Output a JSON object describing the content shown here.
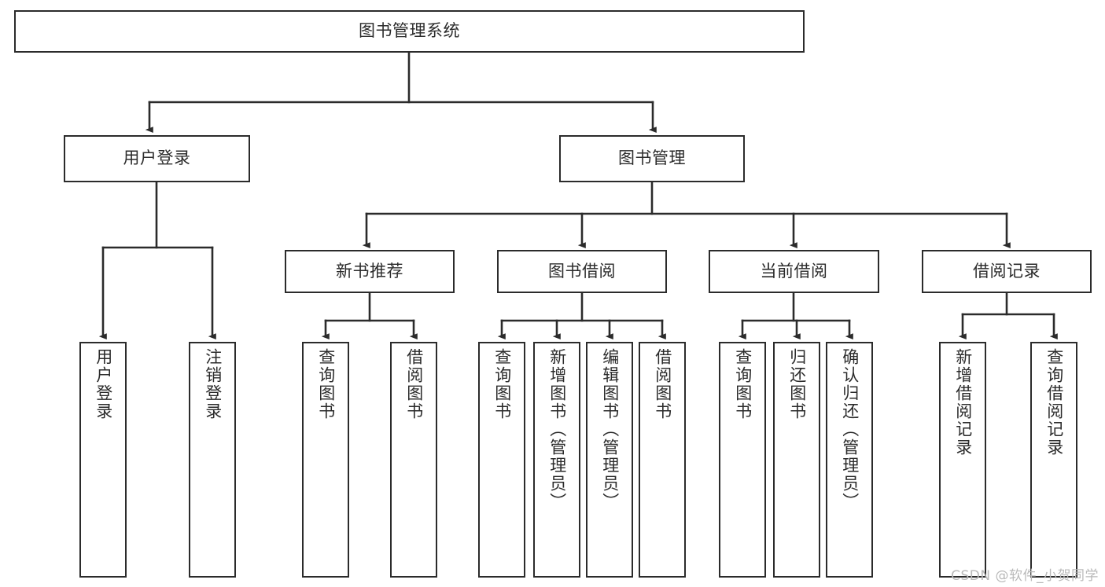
{
  "diagram": {
    "title": "图书管理系统",
    "type": "tree-hierarchy",
    "orientation": "top-down",
    "root": {
      "label": "图书管理系统"
    },
    "level2": [
      {
        "label": "用户登录"
      },
      {
        "label": "图书管理"
      }
    ],
    "level3": [
      {
        "label": "新书推荐"
      },
      {
        "label": "图书借阅"
      },
      {
        "label": "当前借阅"
      },
      {
        "label": "借阅记录"
      }
    ],
    "leaves": {
      "user_login": [
        {
          "label": "用户登录"
        },
        {
          "label": "注销登录"
        }
      ],
      "new_book_recommend": [
        {
          "label": "查询图书"
        },
        {
          "label": "借阅图书"
        }
      ],
      "book_borrow": [
        {
          "label": "查询图书"
        },
        {
          "label": "新增图书（管理员）"
        },
        {
          "label": "编辑图书（管理员）"
        },
        {
          "label": "借阅图书"
        }
      ],
      "current_borrow": [
        {
          "label": "查询图书"
        },
        {
          "label": "归还图书"
        },
        {
          "label": "确认归还（管理员）"
        }
      ],
      "borrow_record": [
        {
          "label": "新增借阅记录"
        },
        {
          "label": "查询借阅记录"
        }
      ]
    }
  },
  "watermark": {
    "text": "CSDN @软件_小贺同学"
  },
  "colors": {
    "stroke": "#2b2b2b",
    "fill": "#ffffff",
    "text": "#2b2b2b",
    "watermark": "#b9b9b9"
  }
}
